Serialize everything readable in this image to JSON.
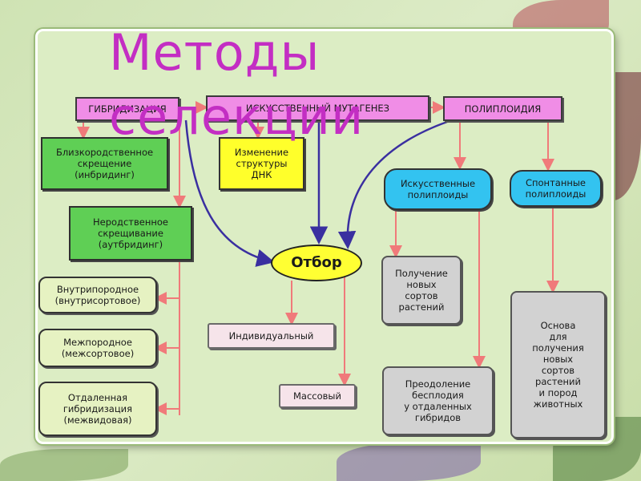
{
  "title": {
    "line1": "Методы",
    "line2": "селекции"
  },
  "nodes": {
    "hybridization": "ГИБРИДИЗАЦИЯ",
    "mutagenesis": "ИСКУССТВЕННЫЙ МУТАГЕНЕЗ",
    "polyploidy": "ПОЛИПЛОИДИЯ",
    "inbreeding": "Близкородственное\nскрещение\n(инбридинг)",
    "dna_change": "Изменение\nструктуры\nДНК",
    "artificial_polyploids": "Искусственные\nполиплоиды",
    "spontaneous_polyploids": "Спонтанные\nполиплоиды",
    "outbreeding": "Неродственное\nскрещивание\n(аутбридинг)",
    "selection": "Отбор",
    "new_varieties": "Получение\nновых\nсортов\nрастений",
    "intrabreed": "Внутрипородное\n(внутрисортовое)",
    "individual": "Индивидуальный",
    "interbreed": "Межпородное\n(межсортовое)",
    "mass": "Массовый",
    "overcoming": "Преодоление\nбесплодия\nу отдаленных\nгибридов",
    "basis": "Основа\nдля\nполучения\nновых\nсортов\nрастений\nи пород\nживотных",
    "distant_hybridization": "Отдаленная\nгибридизация\n(межвидовая)"
  },
  "colors": {
    "pink": "#f08de6",
    "green": "#5fcf55",
    "yellow": "#ffff2b",
    "cyan": "#33c3f0",
    "arrow_red": "#f07a7a",
    "arrow_blue": "#3a2fa0",
    "title": "#c32ec3"
  }
}
